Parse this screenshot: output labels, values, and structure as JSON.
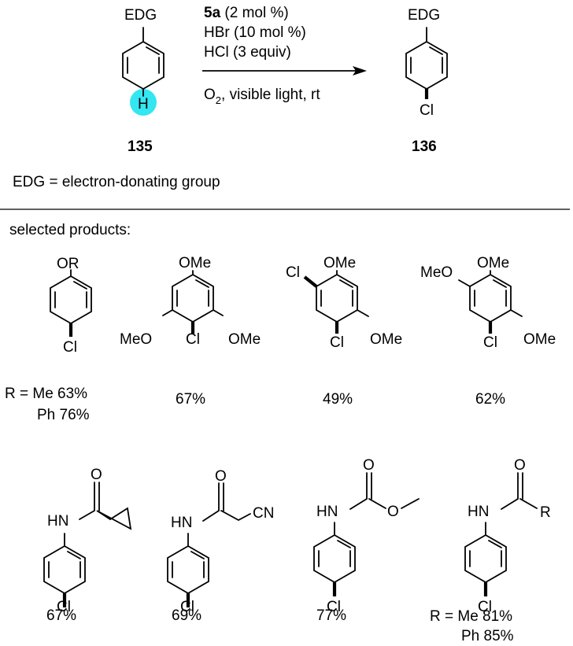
{
  "colors": {
    "highlight": "#33e6f2",
    "ink": "#000000"
  },
  "reactant": {
    "edg": "EDG",
    "h": "H",
    "number": "135"
  },
  "product": {
    "edg": "EDG",
    "cl": "Cl",
    "number": "136"
  },
  "conditions": {
    "catalyst_bold": "5a",
    "catalyst_rest": " (2 mol %)",
    "line2": "HBr (10 mol %)",
    "line3": "HCl (3 equiv)",
    "below_o": "O",
    "below_sub": "2",
    "below_rest": ", visible light, rt"
  },
  "legend": "EDG = electron-donating group",
  "section_title": "selected products:",
  "row1": [
    {
      "top": "OR",
      "cl": "Cl",
      "yield1": "R = Me 63%",
      "yield2": "Ph 76%"
    },
    {
      "top": "OMe",
      "left": "MeO",
      "right": "OMe",
      "cl": "Cl",
      "yield": "67%"
    },
    {
      "top": "OMe",
      "cl_left": "Cl",
      "right": "OMe",
      "cl": "Cl",
      "yield": "49%"
    },
    {
      "top": "OMe",
      "left": "MeO",
      "right": "OMe",
      "cl": "Cl",
      "yield": "62%"
    }
  ],
  "row2": [
    {
      "o": "O",
      "hn": "HN",
      "cl": "Cl",
      "yield": "67%"
    },
    {
      "o": "O",
      "hn": "HN",
      "cn": "CN",
      "cl": "Cl",
      "yield": "69%"
    },
    {
      "o1": "O",
      "o2": "O",
      "hn": "HN",
      "cl": "Cl",
      "yield": "77%"
    },
    {
      "o": "O",
      "hn": "HN",
      "r": "R",
      "cl": "Cl",
      "yield1": "R = Me 81%",
      "yield2": "Ph  85%"
    }
  ]
}
